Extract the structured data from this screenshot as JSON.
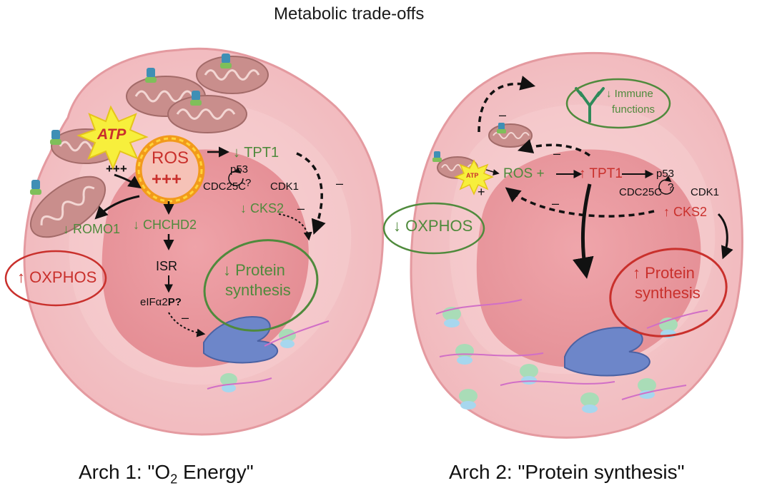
{
  "figure_title": "Metabolic trade-offs",
  "arch1": {
    "caption_prefix": "Arch 1: \"O",
    "caption_sub": "2",
    "caption_suffix": " Energy\"",
    "atp": "ATP",
    "ros": "ROS",
    "ros_plus": "+++",
    "atp_plus": "+++",
    "tpt1": "↓ TPT1",
    "p53": "p53",
    "cdc25c": "CDC25C",
    "cdk1": "CDK1",
    "cycle_mark": "?",
    "cks2": "↓ CKS2",
    "minus_cks2": "–",
    "minus_tpt1": "–",
    "romo1": "↓ ROMO1",
    "chchd2": "↓ CHCHD2",
    "isr": "ISR",
    "eif_prefix": "eIFα2",
    "eif_bold": "P?",
    "minus_eif": "–",
    "oxphos": "↑ OXPHOS",
    "protein_line1": "↓ Protein",
    "protein_line2": "synthesis"
  },
  "arch2": {
    "caption": "Arch 2: \"Protein synthesis\"",
    "atp": "ATP",
    "ros": "ROS +",
    "plus_atp": "+",
    "tpt1": "↑ TPT1",
    "p53": "p53",
    "cdc25c": "CDC25C",
    "cdk1": "CDK1",
    "cycle_mark": "?",
    "cks2": "↑ CKS2",
    "minus_top": "–",
    "minus_ros": "–",
    "minus_cks2": "–",
    "immune_line1": "↓ Immune",
    "immune_line2": "functions",
    "oxphos": "↓ OXPHOS",
    "protein_line1": "↑ Protein",
    "protein_line2": "synthesis"
  },
  "colors": {
    "cell_outer": "#f4c5c8",
    "cell_outline": "#e49aa0",
    "nucleus": "#e8959b",
    "mito": "#c98e8c",
    "er": "#6d86c9",
    "ros_ring": "#f29a1b",
    "green": "#4f8a3c",
    "red": "#c9302c"
  }
}
